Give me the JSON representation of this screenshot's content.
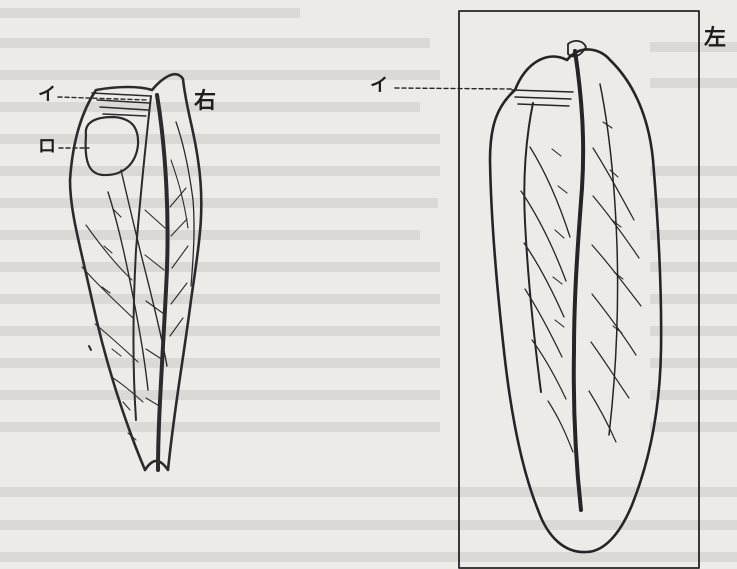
{
  "figure": {
    "left_specimen_labels": {
      "i": "イ",
      "ro": "ロ",
      "side": "右"
    },
    "right_specimen_labels": {
      "i": "イ",
      "side": "左"
    }
  }
}
